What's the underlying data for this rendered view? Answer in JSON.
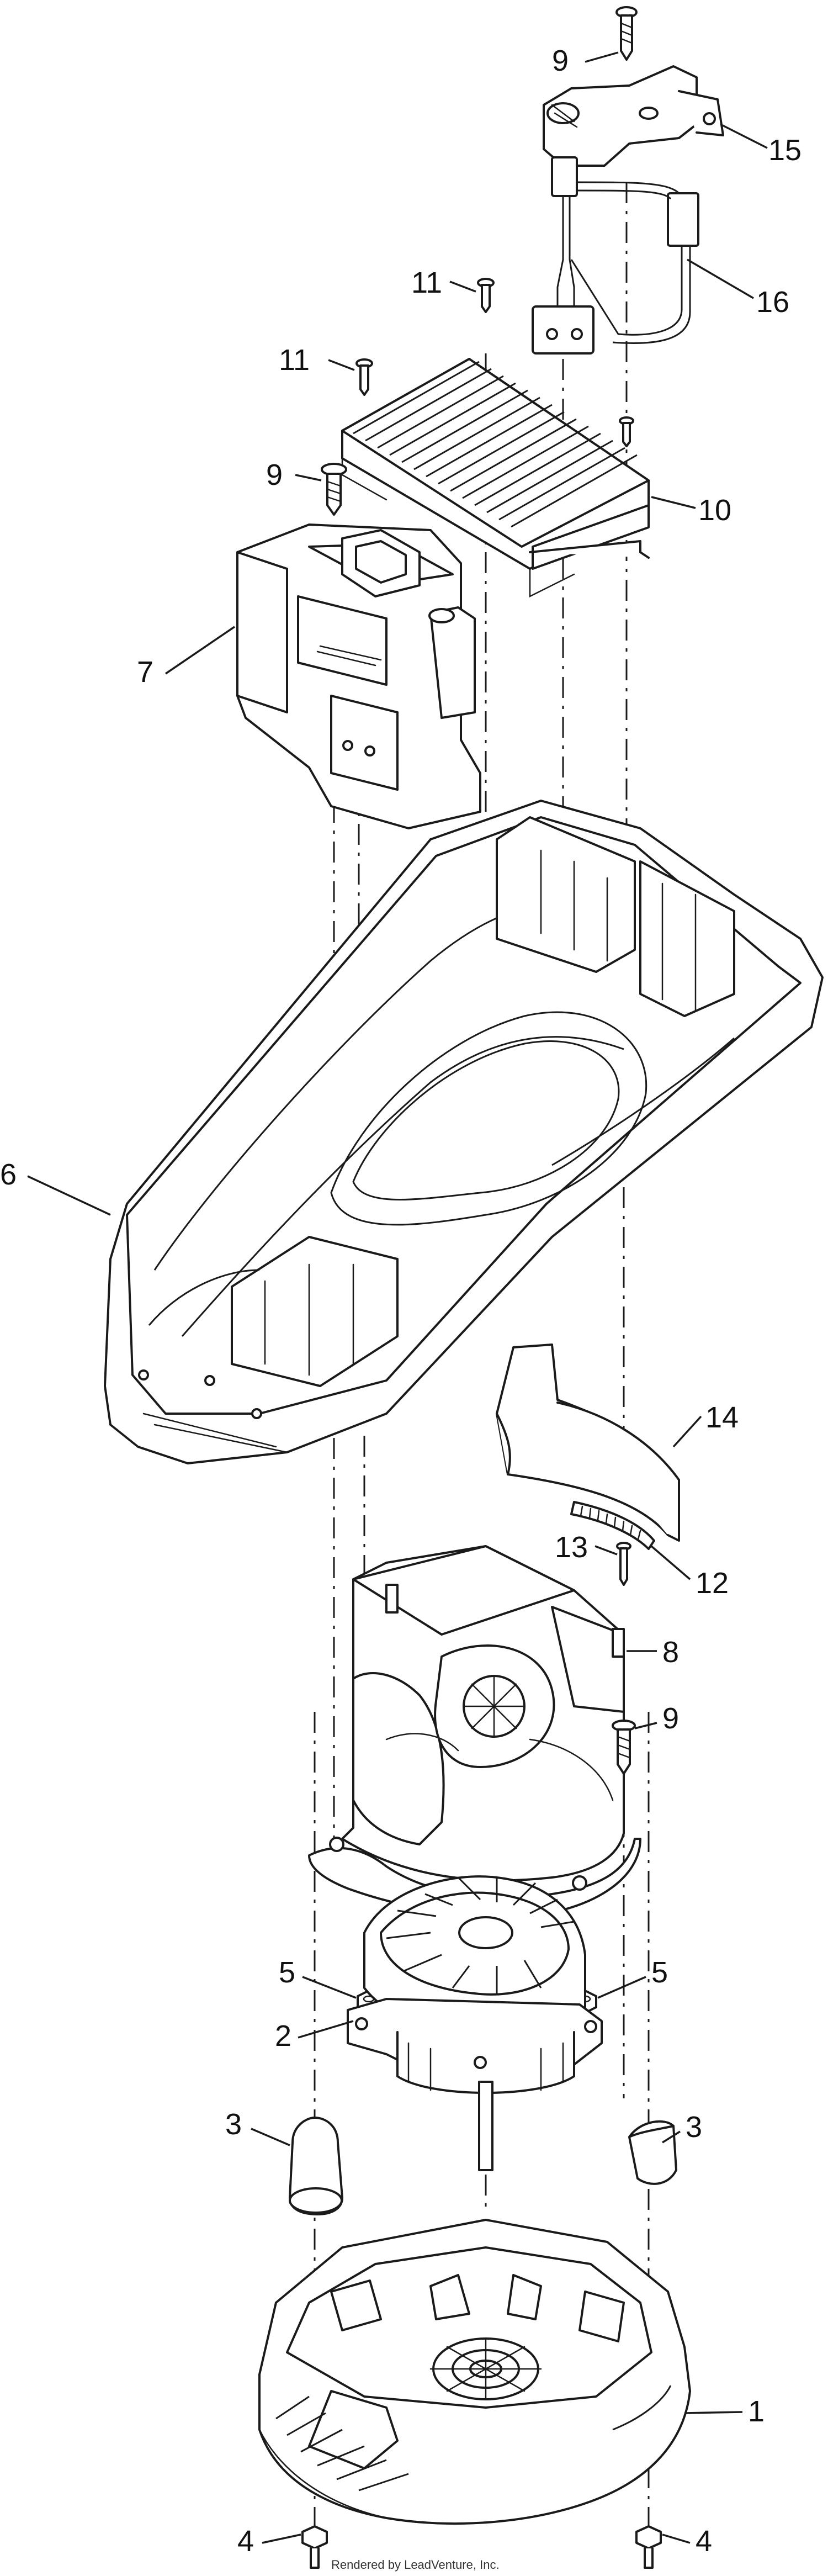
{
  "callouts": [
    {
      "id": "9a",
      "label": "9"
    },
    {
      "id": "15",
      "label": "15"
    },
    {
      "id": "11a",
      "label": "11"
    },
    {
      "id": "16",
      "label": "16"
    },
    {
      "id": "11b",
      "label": "11"
    },
    {
      "id": "9b",
      "label": "9"
    },
    {
      "id": "10",
      "label": "10"
    },
    {
      "id": "7",
      "label": "7"
    },
    {
      "id": "6",
      "label": "6"
    },
    {
      "id": "14",
      "label": "14"
    },
    {
      "id": "13",
      "label": "13"
    },
    {
      "id": "12",
      "label": "12"
    },
    {
      "id": "8",
      "label": "8"
    },
    {
      "id": "9c",
      "label": "9"
    },
    {
      "id": "5a",
      "label": "5"
    },
    {
      "id": "5b",
      "label": "5"
    },
    {
      "id": "2",
      "label": "2"
    },
    {
      "id": "3a",
      "label": "3"
    },
    {
      "id": "3b",
      "label": "3"
    },
    {
      "id": "1",
      "label": "1"
    },
    {
      "id": "4a",
      "label": "4"
    },
    {
      "id": "4b",
      "label": "4"
    }
  ],
  "credit": "Rendered by LeadVenture, Inc."
}
